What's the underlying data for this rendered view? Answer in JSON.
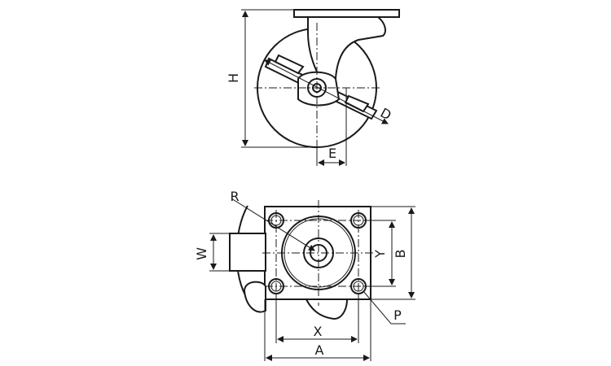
{
  "side_view": {
    "labels": {
      "H": "H",
      "E": "E",
      "D": "D"
    }
  },
  "top_view": {
    "labels": {
      "R": "R",
      "W": "W",
      "Y": "Y",
      "B": "B",
      "P": "P",
      "X": "X",
      "A": "A"
    }
  }
}
